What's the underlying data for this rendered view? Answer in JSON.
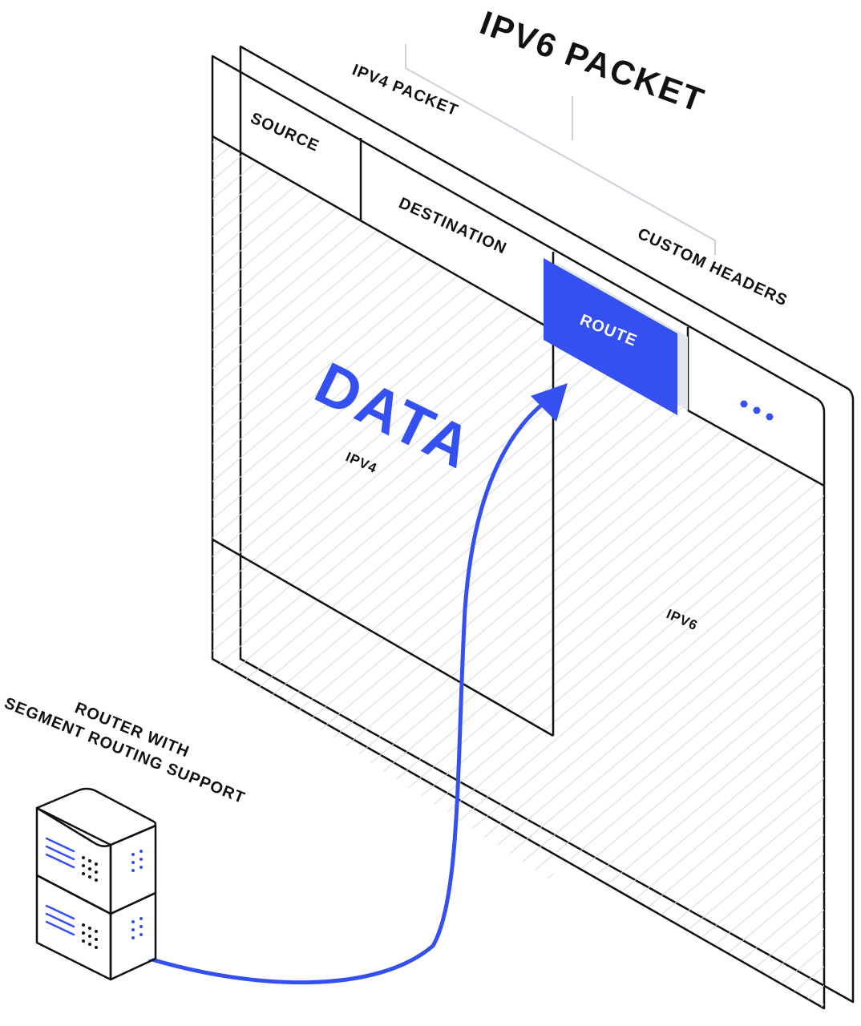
{
  "diagram": {
    "title": "IPV6 PACKET",
    "ipv4_packet_label": "IPV4 PACKET",
    "source_label": "SOURCE",
    "destination_label": "DESTINATION",
    "custom_headers_label": "CUSTOM HEADERS",
    "route_label": "ROUTE",
    "ellipsis": "...",
    "data_label": "DATA",
    "ipv4_label": "IPV4",
    "ipv6_label": "IPV6",
    "router_label_line1": "ROUTER WITH",
    "router_label_line2": "SEGMENT ROUTING SUPPORT"
  },
  "colors": {
    "accent": "#3550f0",
    "outline": "#111111",
    "hatch": "#d6d9de",
    "bracket": "#c8d0d8"
  },
  "icons": {
    "router": "server-stack-icon"
  }
}
